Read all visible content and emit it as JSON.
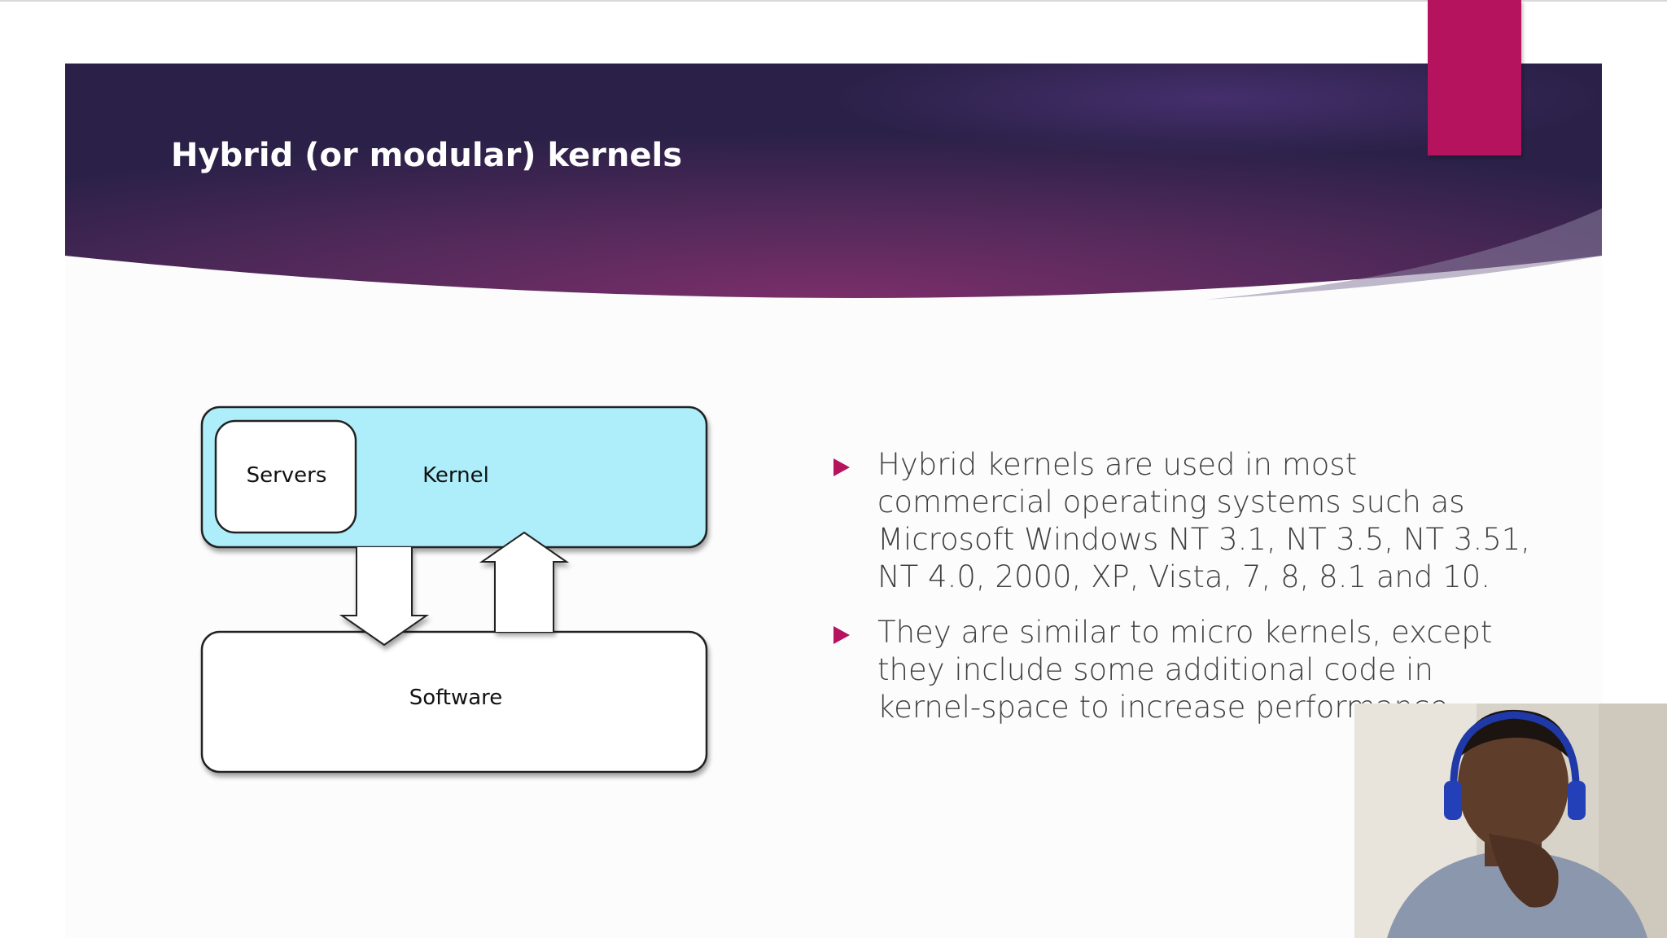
{
  "slide": {
    "title": "Hybrid (or modular) kernels",
    "colors": {
      "banner_dark": "#2e1f4a",
      "banner_mid": "#6a2c62",
      "accent": "#b5135e",
      "kernel_fill": "#aeeefa",
      "bullet_text": "#404040"
    }
  },
  "diagram": {
    "servers_label": "Servers",
    "kernel_label": "Kernel",
    "software_label": "Software"
  },
  "bullets": [
    {
      "text": "Hybrid kernels are used in most commercial operating systems such as Microsoft Windows NT 3.1, NT 3.5, NT 3.51, NT 4.0, 2000, XP, Vista, 7, 8, 8.1 and 10."
    },
    {
      "text": " They are similar to micro kernels, except they include some additional code in kernel-space to increase performance."
    }
  ],
  "webcam": {
    "icon": "presenter-video-feed"
  }
}
